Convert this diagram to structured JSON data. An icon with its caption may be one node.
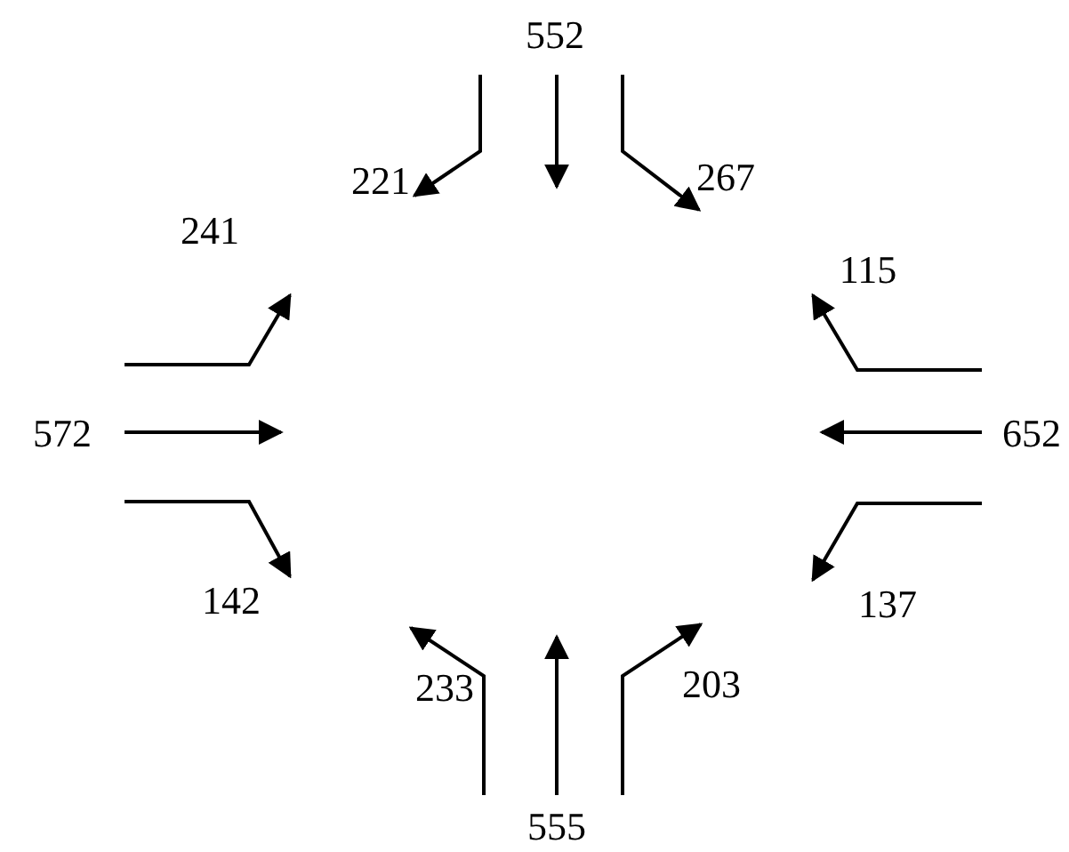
{
  "diagram": {
    "labels": [
      "552",
      "221",
      "267",
      "241",
      "115",
      "572",
      "652",
      "142",
      "137",
      "233",
      "203",
      "555"
    ]
  }
}
